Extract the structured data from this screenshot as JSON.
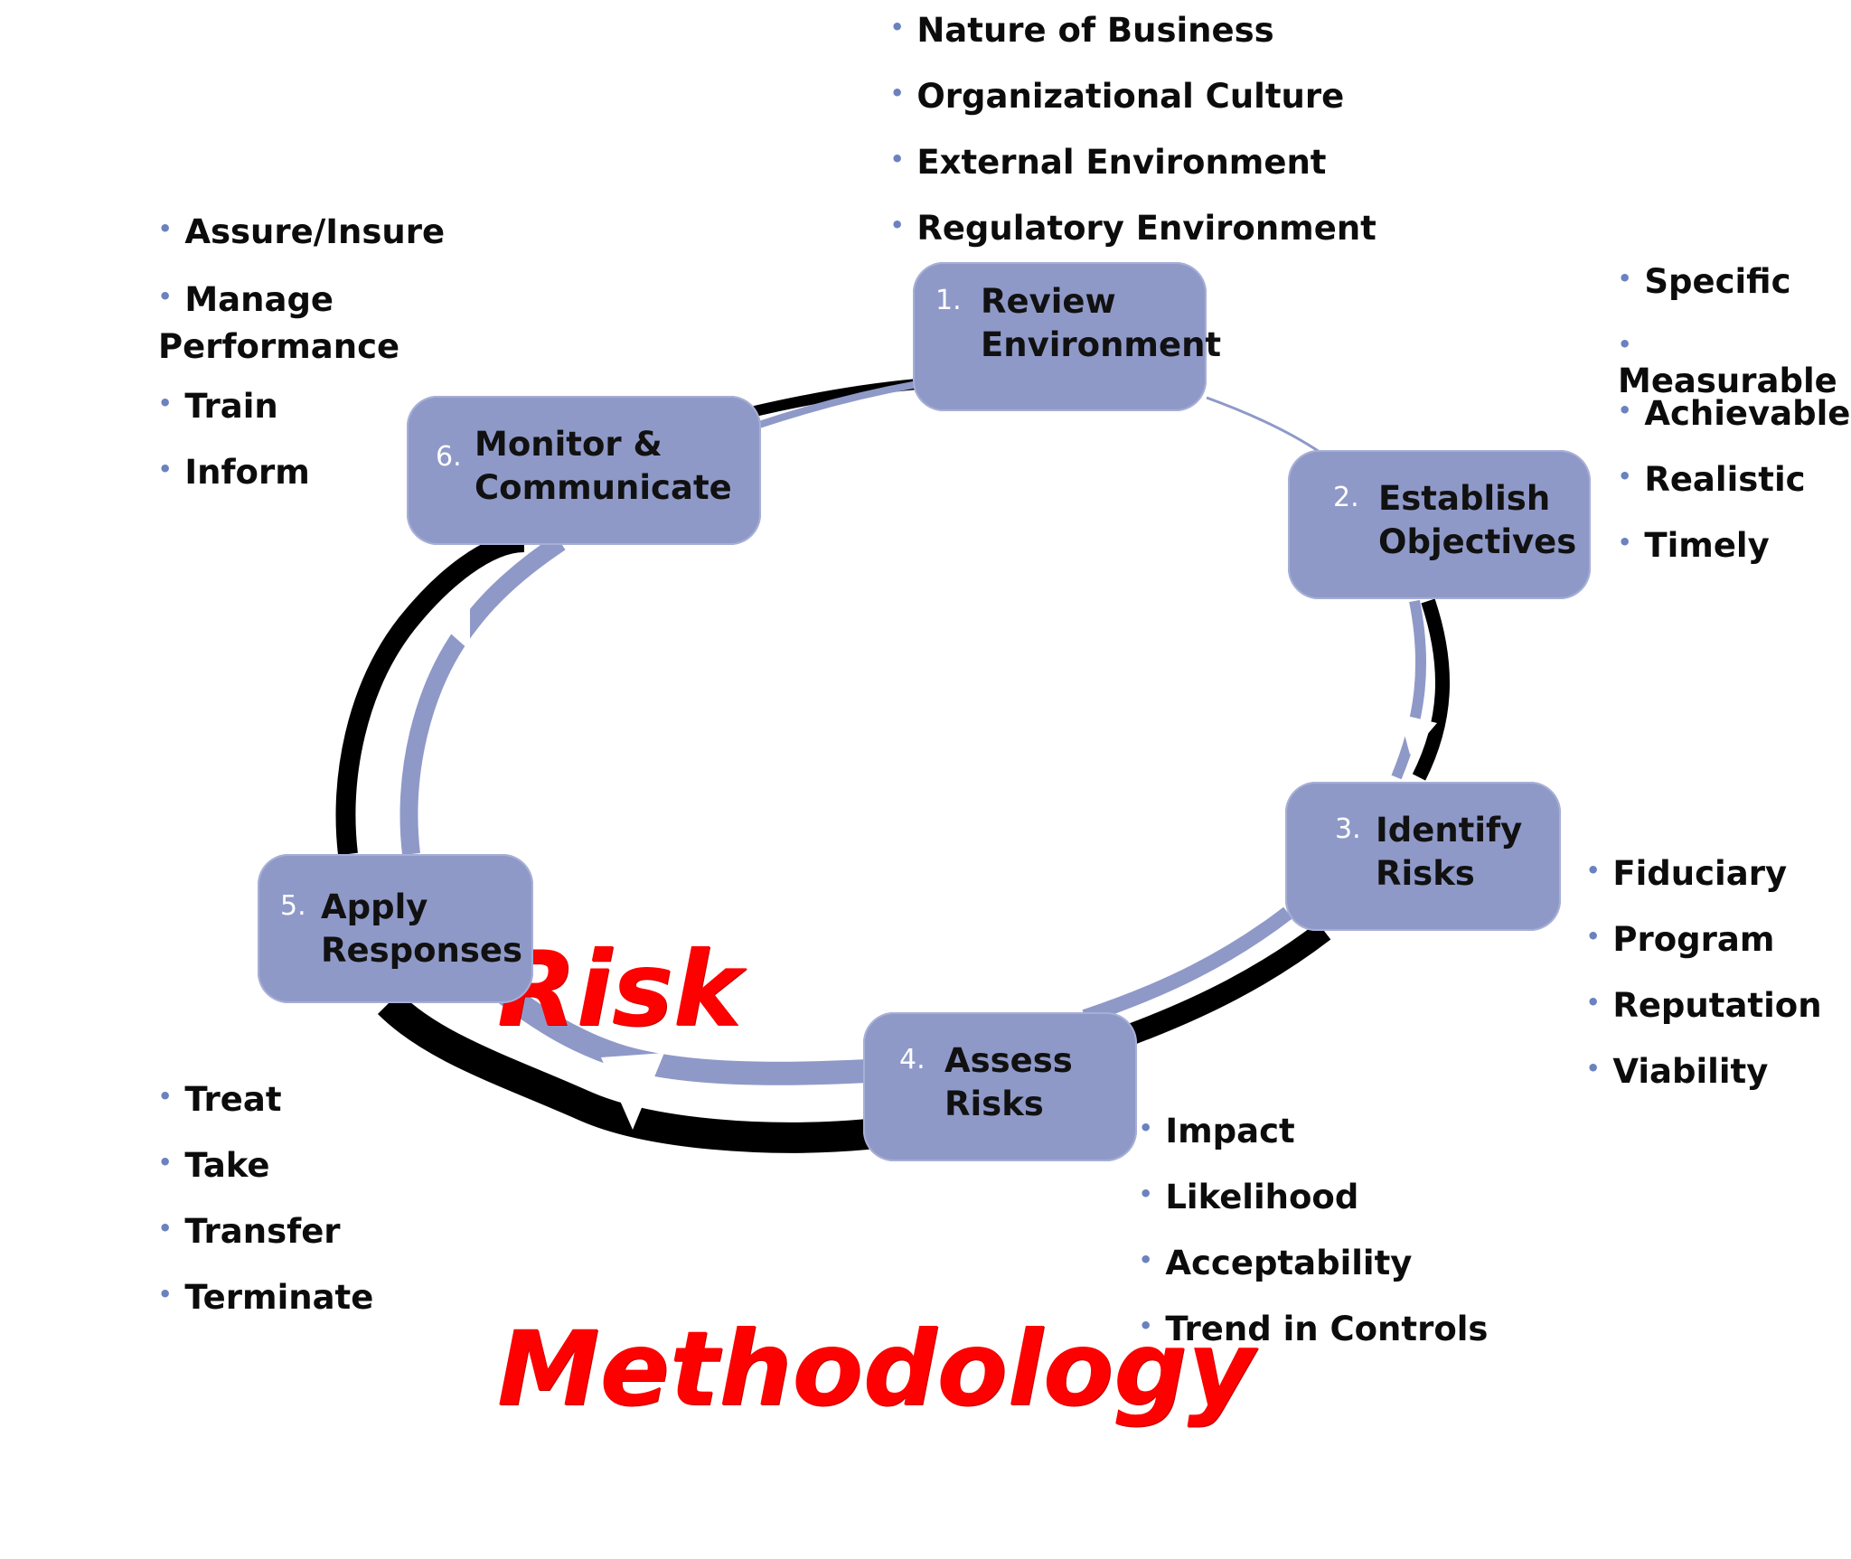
{
  "title": {
    "line1": "Risk",
    "line2": "Methodology",
    "color": "#ff0000"
  },
  "colors": {
    "stage_fill": "#8f99c8",
    "bullet_dot": "#6b82bf",
    "ring_dark": "#000000",
    "ring_light": "#8f99c8"
  },
  "stages": [
    {
      "number": "1.",
      "label": "Review\nEnvironment"
    },
    {
      "number": "2.",
      "label": "Establish\nObjectives"
    },
    {
      "number": "3.",
      "label": "Identify\nRisks"
    },
    {
      "number": "4.",
      "label": "Assess\nRisks"
    },
    {
      "number": "5.",
      "label": "Apply\nResponses"
    },
    {
      "number": "6.",
      "label": "Monitor &\nCommunicate"
    }
  ],
  "lists": {
    "review": [
      "Nature of Business",
      "Organizational Culture",
      "External Environment",
      "Regulatory Environment"
    ],
    "objectives": [
      "Specific",
      "Measurable",
      "Achievable",
      "Realistic",
      "Timely"
    ],
    "identify": [
      "Fiduciary",
      "Program",
      "Reputation",
      "Viability"
    ],
    "assess": [
      "Impact",
      "Likelihood",
      "Acceptability",
      "Trend in Controls"
    ],
    "apply": [
      "Treat",
      "Take",
      "Transfer",
      "Terminate"
    ],
    "monitor": [
      "Assure/Insure",
      "Manage Performance",
      "Train",
      "Inform"
    ]
  },
  "bullet_glyph": "•"
}
